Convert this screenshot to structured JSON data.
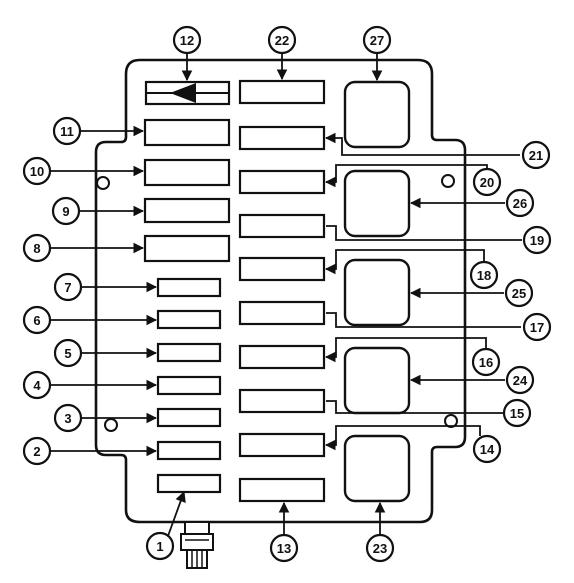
{
  "colors": {
    "ink": "#111111",
    "paper": "#ffffff"
  },
  "callouts": {
    "c1": "1",
    "c2": "2",
    "c3": "3",
    "c4": "4",
    "c5": "5",
    "c6": "6",
    "c7": "7",
    "c8": "8",
    "c9": "9",
    "c10": "10",
    "c11": "11",
    "c12": "12",
    "c13": "13",
    "c14": "14",
    "c15": "15",
    "c16": "16",
    "c17": "17",
    "c18": "18",
    "c19": "19",
    "c20": "20",
    "c21": "21",
    "c22": "22",
    "c23": "23",
    "c24": "24",
    "c25": "25",
    "c26": "26",
    "c27": "27"
  }
}
